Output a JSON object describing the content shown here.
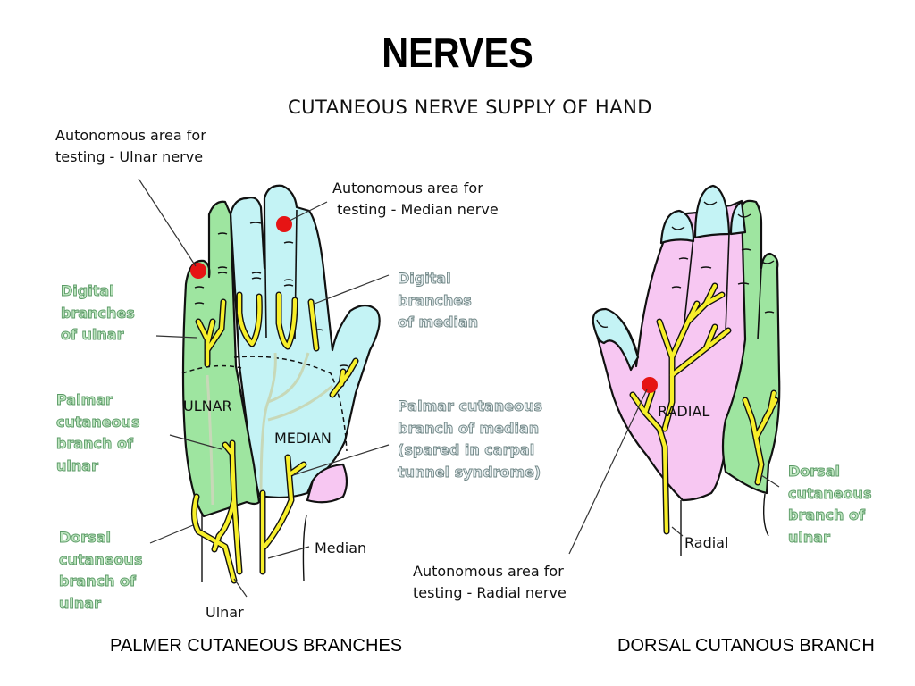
{
  "slide": {
    "title": "NERVES",
    "subtitle": "CUTANEOUS NERVE SUPPLY OF HAND"
  },
  "colors": {
    "ulnar_region": "#9ee5a0",
    "median_region": "#c4f3f5",
    "radial_region": "#f7c7f2",
    "nerve": "#f7ef2a",
    "autonomous_dot": "#e61414"
  },
  "palmar_diagram": {
    "caption": "PALMER CUTANEOUS BRANCHES",
    "region_labels": {
      "ulnar": "ULNAR",
      "median": "MEDIAN"
    },
    "nerve_labels": {
      "ulnar": "Ulnar",
      "median": "Median"
    },
    "callouts": {
      "ulnar_autonomous": "Autonomous area for\ntesting - Ulnar nerve",
      "median_autonomous": "Autonomous area for\n testing - Median nerve",
      "digital_ulnar": "Digital\nbranches\nof ulnar",
      "digital_median": "Digital\nbranches\nof median",
      "palmar_ulnar": "Palmar\ncutaneous\nbranch of\nulnar",
      "palmar_median": "Palmar cutaneous\nbranch of median\n(spared in carpal\ntunnel syndrome)",
      "dorsal_ulnar": "Dorsal\ncutaneous\nbranch of\nulnar"
    }
  },
  "dorsal_diagram": {
    "caption": "DORSAL CUTANOUS BRANCH",
    "region_labels": {
      "radial": "RADIAL"
    },
    "nerve_labels": {
      "radial": "Radial"
    },
    "callouts": {
      "radial_autonomous": "Autonomous area for\ntesting - Radial nerve",
      "dorsal_ulnar": "Dorsal\ncutaneous\nbranch of\nulnar"
    }
  }
}
